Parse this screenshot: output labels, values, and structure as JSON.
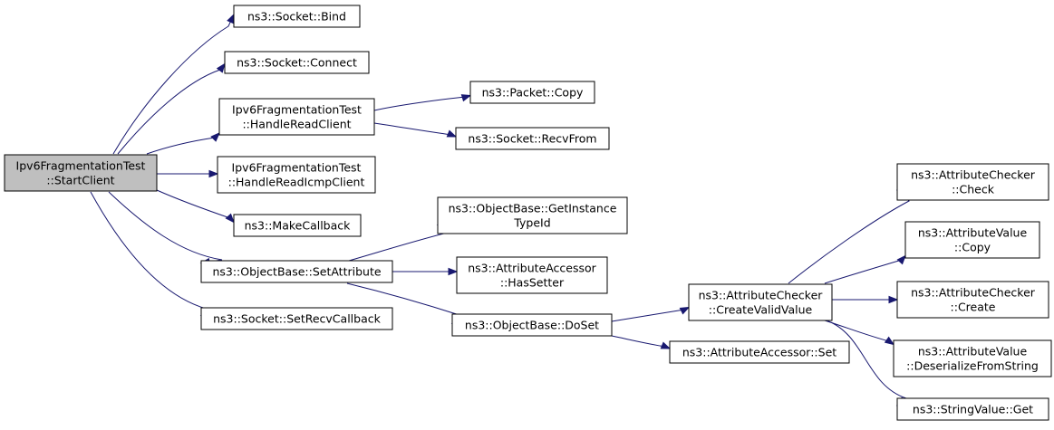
{
  "colors": {
    "edge": "#191970",
    "root_fill": "#bfbfbf",
    "node_fill": "#ffffff",
    "border": "#000000"
  },
  "nodes": {
    "n0": {
      "label": [
        "Ipv6FragmentationTest",
        "::StartClient"
      ],
      "root": true
    },
    "n1": {
      "label": [
        "ns3::Socket::Bind"
      ]
    },
    "n2": {
      "label": [
        "ns3::Socket::Connect"
      ]
    },
    "n3": {
      "label": [
        "Ipv6FragmentationTest",
        "::HandleReadClient"
      ]
    },
    "n4": {
      "label": [
        "ns3::Packet::Copy"
      ]
    },
    "n5": {
      "label": [
        "ns3::Socket::RecvFrom"
      ]
    },
    "n6": {
      "label": [
        "Ipv6FragmentationTest",
        "::HandleReadIcmpClient"
      ]
    },
    "n7": {
      "label": [
        "ns3::MakeCallback"
      ]
    },
    "n8": {
      "label": [
        "ns3::ObjectBase::GetInstance",
        "TypeId"
      ]
    },
    "n9": {
      "label": [
        "ns3::ObjectBase::SetAttribute"
      ]
    },
    "n10": {
      "label": [
        "ns3::AttributeAccessor",
        "::HasSetter"
      ]
    },
    "n11": {
      "label": [
        "ns3::Socket::SetRecvCallback"
      ]
    },
    "n12": {
      "label": [
        "ns3::ObjectBase::DoSet"
      ]
    },
    "n13": {
      "label": [
        "ns3::AttributeChecker",
        "::CreateValidValue"
      ]
    },
    "n14": {
      "label": [
        "ns3::AttributeAccessor::Set"
      ]
    },
    "n15": {
      "label": [
        "ns3::AttributeChecker",
        "::Check"
      ]
    },
    "n16": {
      "label": [
        "ns3::AttributeValue",
        "::Copy"
      ]
    },
    "n17": {
      "label": [
        "ns3::AttributeChecker",
        "::Create"
      ]
    },
    "n18": {
      "label": [
        "ns3::AttributeValue",
        "::DeserializeFromString"
      ]
    },
    "n19": {
      "label": [
        "ns3::StringValue::Get"
      ]
    }
  },
  "edges": [
    [
      "n0",
      "n1"
    ],
    [
      "n0",
      "n2"
    ],
    [
      "n0",
      "n3"
    ],
    [
      "n0",
      "n6"
    ],
    [
      "n0",
      "n7"
    ],
    [
      "n0",
      "n9"
    ],
    [
      "n0",
      "n11"
    ],
    [
      "n3",
      "n4"
    ],
    [
      "n3",
      "n5"
    ],
    [
      "n9",
      "n8"
    ],
    [
      "n9",
      "n10"
    ],
    [
      "n9",
      "n12"
    ],
    [
      "n12",
      "n13"
    ],
    [
      "n12",
      "n14"
    ],
    [
      "n13",
      "n15"
    ],
    [
      "n13",
      "n16"
    ],
    [
      "n13",
      "n17"
    ],
    [
      "n13",
      "n18"
    ],
    [
      "n13",
      "n19"
    ]
  ]
}
